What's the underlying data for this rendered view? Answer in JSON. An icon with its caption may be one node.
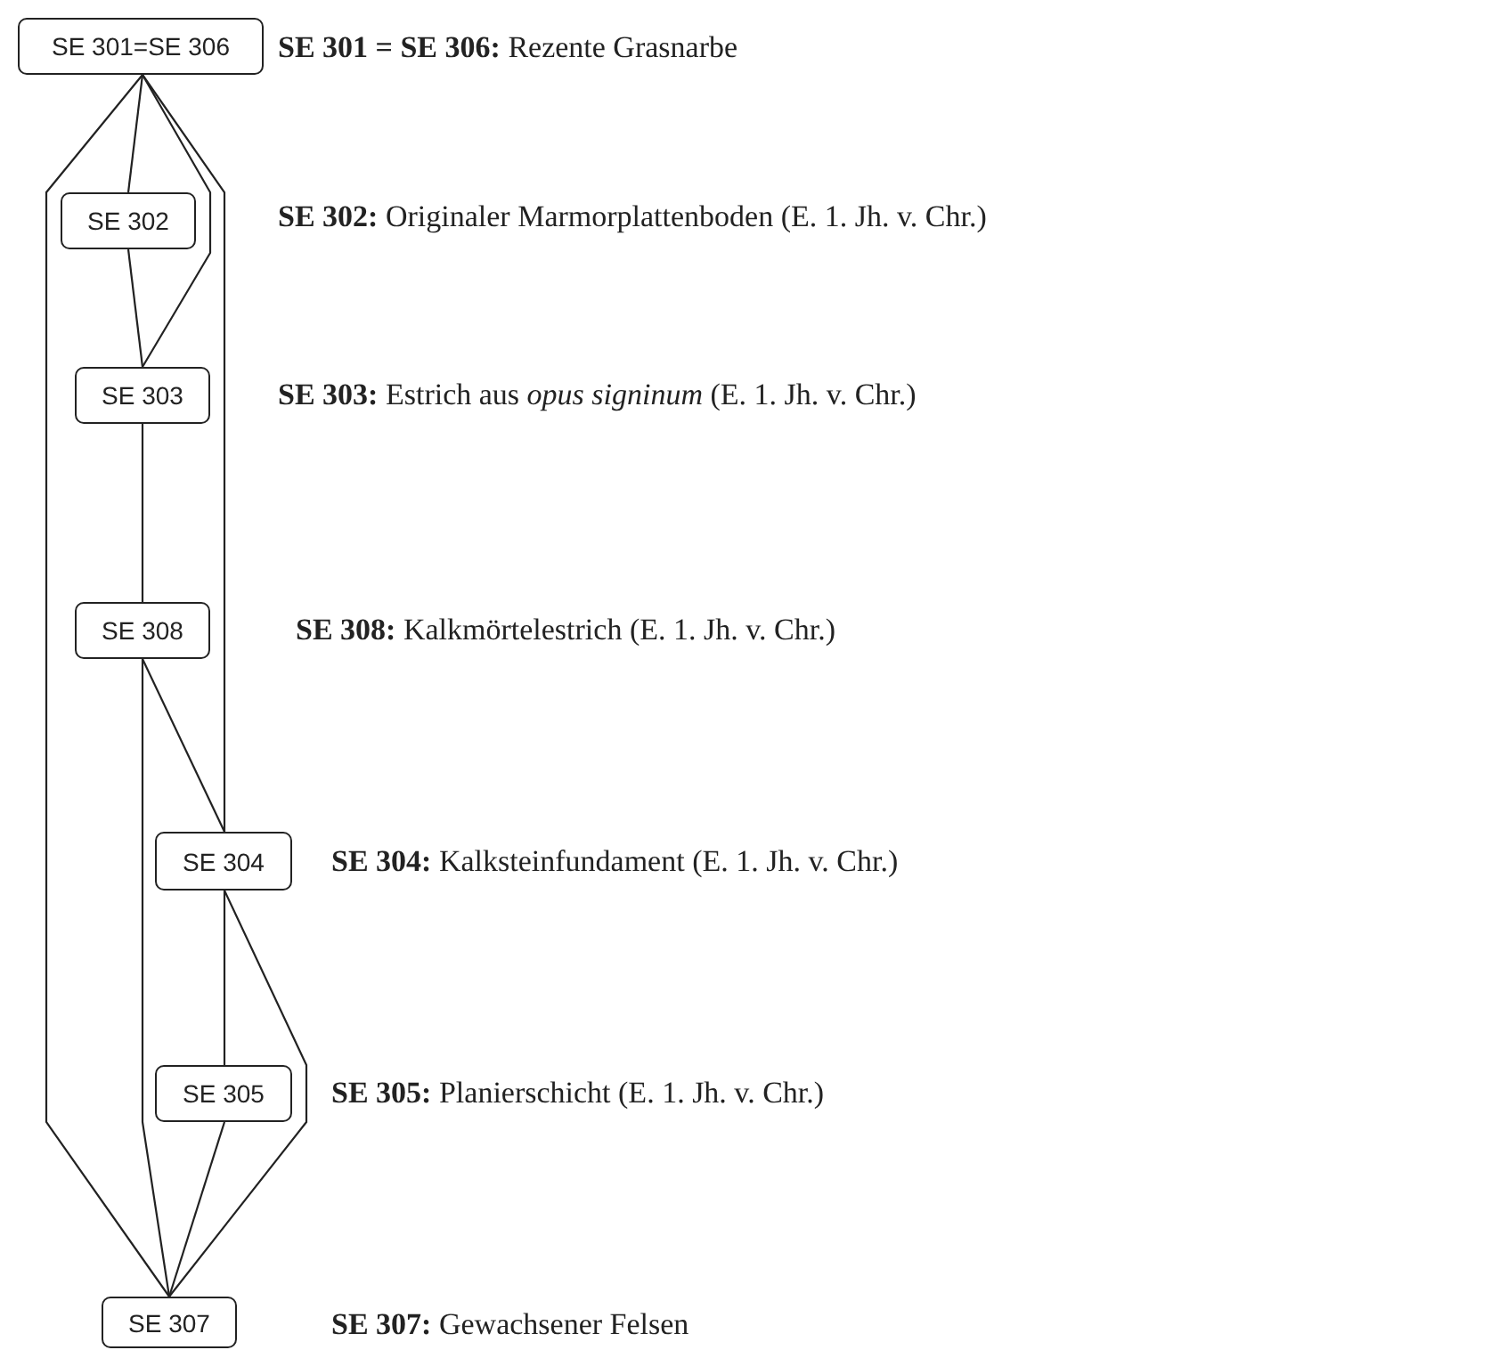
{
  "diagram": {
    "nodes": [
      {
        "text": [
          "SE 301=SE 306"
        ]
      },
      {
        "text": [
          "SE 302"
        ]
      },
      {
        "text": [
          "SE 303"
        ]
      },
      {
        "text": [
          "SE 308"
        ]
      },
      {
        "text": [
          "SE 304"
        ]
      },
      {
        "text": [
          "SE 305"
        ]
      },
      {
        "text": [
          "SE 307"
        ]
      }
    ],
    "edges": [
      {
        "from": 0,
        "to": 1,
        "arrow": "none"
      },
      {
        "from": 0,
        "to": 2,
        "arrow": "none"
      },
      {
        "from": 0,
        "to": 4,
        "arrow": "none"
      },
      {
        "from": 0,
        "to": 6,
        "arrow": "none"
      },
      {
        "from": 1,
        "to": 2,
        "arrow": "none"
      },
      {
        "from": 2,
        "to": 3,
        "arrow": "none"
      },
      {
        "from": 3,
        "to": 4,
        "arrow": "none"
      },
      {
        "from": 3,
        "to": 6,
        "arrow": "none"
      },
      {
        "from": 4,
        "to": 5,
        "arrow": "none"
      },
      {
        "from": 4,
        "to": 6,
        "arrow": "none"
      },
      {
        "from": 5,
        "to": 6,
        "arrow": "none"
      }
    ],
    "labels": [
      "**SE 301 = SE 306:** Rezente Grasnarbe",
      "**SE 302:** Originaler Marmorplattenboden (E. 1. Jh. v. Chr.)",
      "**SE 303:** Estrich aus *opus signinum* (E. 1. Jh. v. Chr.)",
      "**SE 308:** Kalkmörtelestrich (E. 1. Jh. v. Chr.)",
      "**SE 304:** Kalksteinfundament (E. 1. Jh. v. Chr.)",
      "**SE 305:** Planierschicht (E. 1. Jh. v. Chr.)",
      "**SE 307:** Gewachsener Felsen"
    ]
  }
}
